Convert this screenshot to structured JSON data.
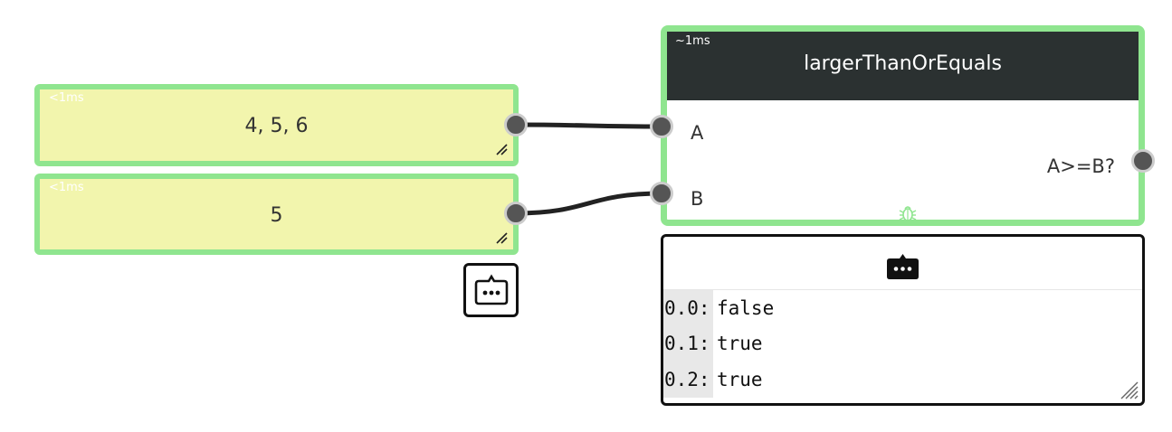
{
  "nodes": {
    "list_input": {
      "timing": "<1ms",
      "value": "4, 5, 6"
    },
    "number_input": {
      "timing": "<1ms",
      "value": "5"
    },
    "function": {
      "timing": "~1ms",
      "title": "largerThanOrEquals",
      "inputs": [
        {
          "label": "A"
        },
        {
          "label": "B"
        }
      ],
      "output": {
        "label": "A>=B?"
      }
    }
  },
  "output_panel": {
    "rows": [
      {
        "key": "0.0:",
        "value": "false"
      },
      {
        "key": "0.1:",
        "value": "true"
      },
      {
        "key": "0.2:",
        "value": "true"
      }
    ]
  },
  "icons": {
    "debug": "bug-icon",
    "output_toggle": "speech-bubble-icon",
    "output_panel_header": "speech-bubble-icon"
  },
  "colors": {
    "node_border": "#8fe58f",
    "value_fill": "#f2f5ad",
    "header_fill": "#2b3131",
    "port_fill": "#555555",
    "wire": "#222222"
  }
}
